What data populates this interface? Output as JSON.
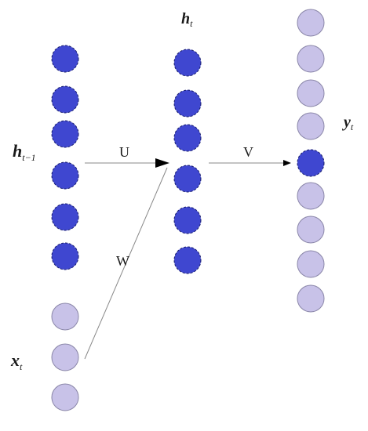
{
  "labels": {
    "h_prev": {
      "base": "h",
      "sub": "t−1"
    },
    "h_t": {
      "base": "h",
      "sub": "t"
    },
    "x_t": {
      "base": "x",
      "sub": "t"
    },
    "y_t": {
      "base": "y",
      "sub": "t"
    }
  },
  "weights": {
    "u": "U",
    "v": "V",
    "w": "W"
  },
  "colors": {
    "active_fill": "#3f47d0",
    "active_stroke": "#1a1f6e",
    "inactive_fill": "#c8c2e8",
    "inactive_stroke": "#8a86a8",
    "arrow": "#000000",
    "line": "#888888"
  }
}
